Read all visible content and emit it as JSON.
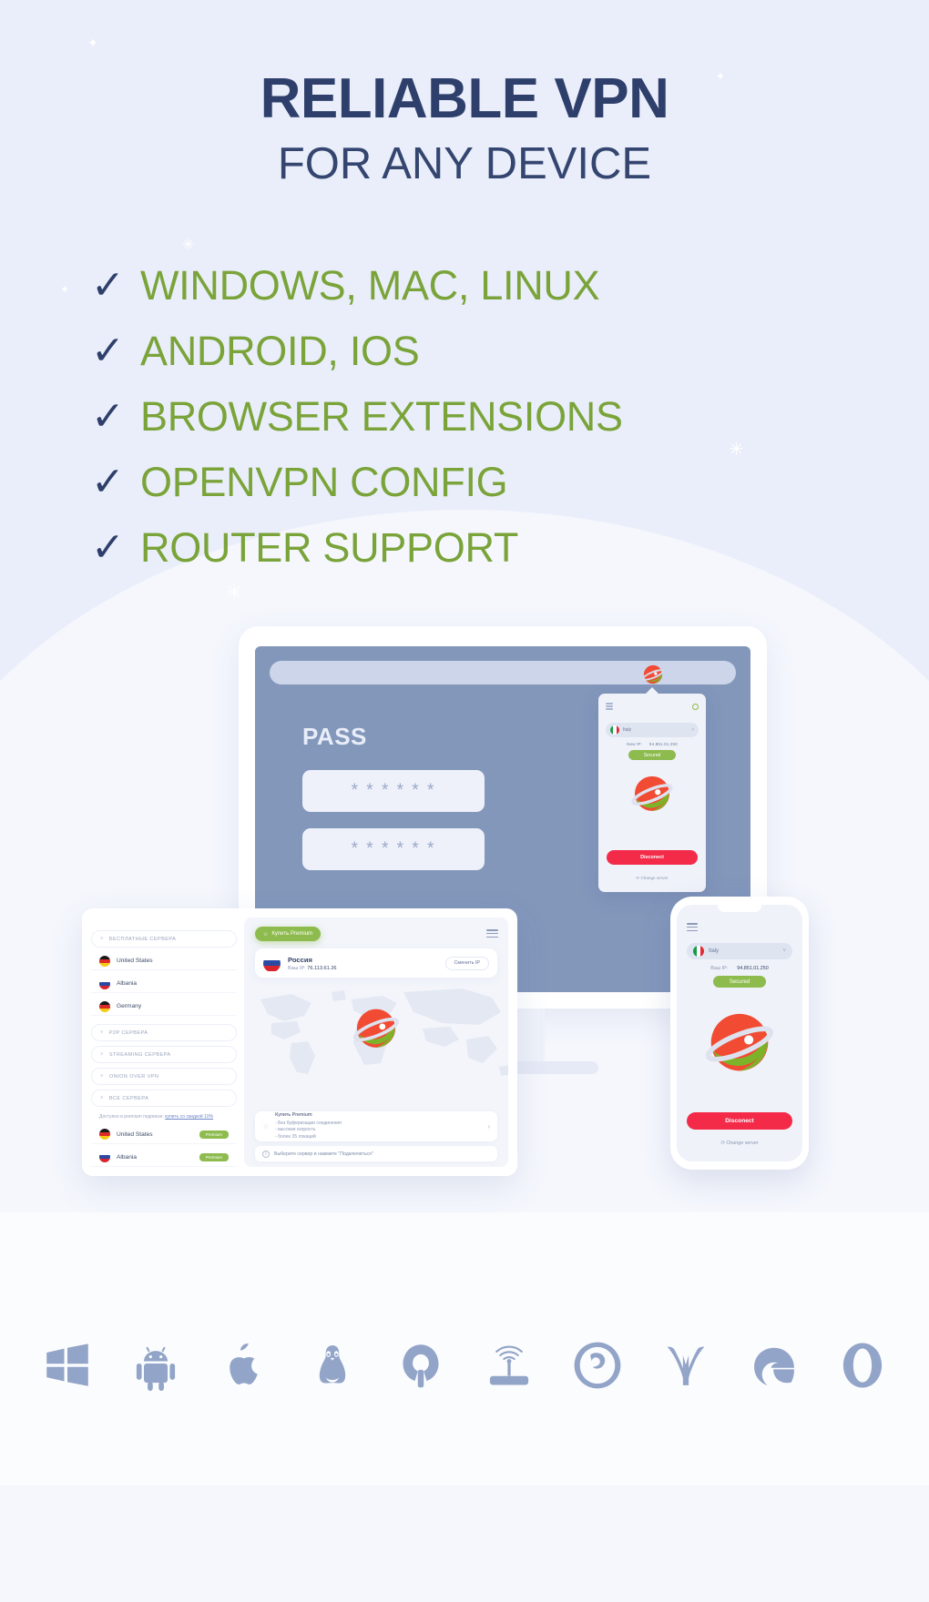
{
  "hero": {
    "title": "RELIABLE VPN",
    "subtitle": "FOR ANY DEVICE",
    "title_color": "#2e3f6b"
  },
  "features": {
    "check_glyph": "✓",
    "accent_color": "#7aa43a",
    "items": [
      {
        "label": "WINDOWS, MAC, LINUX"
      },
      {
        "label": "ANDROID, IOS"
      },
      {
        "label": "BROWSER EXTENSIONS"
      },
      {
        "label": "OPENVPN CONFIG"
      },
      {
        "label": "ROUTER SUPPORT"
      }
    ]
  },
  "monitor": {
    "page_title": "PASS",
    "password_mask": "* * * * * *",
    "fields": [
      {
        "value": "* * * * * *"
      },
      {
        "value": "* * * * * *"
      }
    ],
    "extension_icon": "planet-logo-icon"
  },
  "extension_popup": {
    "menu_icon": "hamburger-icon",
    "settings_icon": "gear-icon",
    "server": {
      "country": "Italy",
      "flag": "flag-italy-icon"
    },
    "ip_label": "New IP:",
    "ip_value": "94.851.01.250",
    "status_badge": "Secured",
    "status_color": "#8ebb4e",
    "disconnect_label": "Disconect",
    "disconnect_color": "#f42a49",
    "change_server_label": "⟳ Change server",
    "logo_icon": "planet-logo-icon"
  },
  "tablet": {
    "sidebar": {
      "groups": [
        {
          "label": "БЕСПЛАТНЫЕ СЕРВЕРА",
          "state": "expanded",
          "chevron": "˄"
        },
        {
          "label": "P2P СЕРВЕРА",
          "state": "collapsed",
          "chevron": "˅"
        },
        {
          "label": "STREAMING СЕРВЕРА",
          "state": "collapsed",
          "chevron": "˅"
        },
        {
          "label": "ONION OVER VPN",
          "state": "collapsed",
          "chevron": "˅"
        },
        {
          "label": "ВСЕ СЕРВЕРА",
          "state": "expanded",
          "chevron": "˄"
        }
      ],
      "free_servers": [
        {
          "name": "United States",
          "flag": "flag-germany-icon"
        },
        {
          "name": "Albania",
          "flag": "flag-russia-icon"
        },
        {
          "name": "Germany",
          "flag": "flag-germany-icon"
        }
      ],
      "note_text": "Доступно в premium подписке: ",
      "note_link": "купить со скидкой 10%",
      "premium_servers": [
        {
          "name": "United States",
          "flag": "flag-germany-icon",
          "badge": "Premium"
        },
        {
          "name": "Albania",
          "flag": "flag-russia-icon",
          "badge": "Premium"
        }
      ]
    },
    "main": {
      "premium_button": "Купить Premium",
      "premium_button_icon": "star-icon",
      "menu_icon": "hamburger-icon",
      "current": {
        "country": "Россия",
        "flag": "flag-russia-icon",
        "ip_label": "Ваш IP:",
        "ip_value": "76.113.61.26"
      },
      "change_ip_button": "Сменить IP",
      "logo_icon": "planet-logo-icon",
      "promo": {
        "icon": "star-outline-icon",
        "heading": "Купить Premium:",
        "lines": [
          "- Без буферизации соединения",
          "- высокая скорость",
          "- более 35 локаций"
        ],
        "arrow": "›"
      },
      "hint": {
        "icon": "info-icon",
        "text": "Выберите сервер и нажмите \"Подключиться\""
      }
    }
  },
  "phone": {
    "menu_icon": "hamburger-icon",
    "server": {
      "country": "Italy",
      "flag": "flag-italy-icon"
    },
    "ip_label": "Ваш IP:",
    "ip_value": "94.851.01.250",
    "status_badge": "Secured",
    "disconnect_label": "Disconect",
    "change_server_label": "⟳ Change server",
    "logo_icon": "planet-logo-icon"
  },
  "platform_icons": [
    {
      "name": "windows-icon",
      "label": "Windows"
    },
    {
      "name": "android-icon",
      "label": "Android"
    },
    {
      "name": "apple-icon",
      "label": "Apple"
    },
    {
      "name": "linux-tux-icon",
      "label": "Linux"
    },
    {
      "name": "openvpn-icon",
      "label": "OpenVPN"
    },
    {
      "name": "router-icon",
      "label": "Router"
    },
    {
      "name": "firefox-icon",
      "label": "Firefox"
    },
    {
      "name": "yandex-browser-icon",
      "label": "Yandex Browser"
    },
    {
      "name": "edge-icon",
      "label": "Microsoft Edge"
    },
    {
      "name": "opera-icon",
      "label": "Opera"
    }
  ],
  "theme": {
    "background": "#eaeefa",
    "accent_green": "#8ebb4e",
    "accent_red": "#f42a49",
    "navy": "#2e3f6b",
    "icon_blue": "#92a4c8"
  }
}
